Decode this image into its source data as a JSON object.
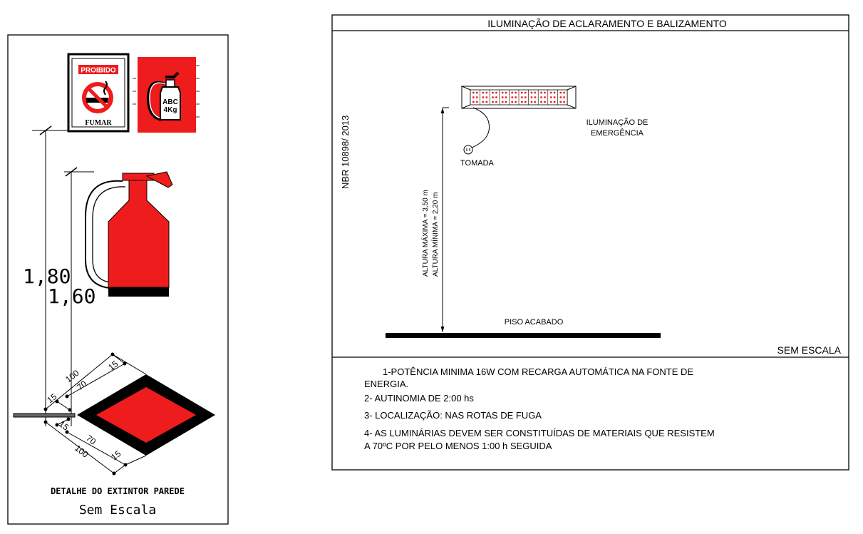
{
  "left_panel": {
    "sign_proibido": {
      "header": "PROIBIDO",
      "footer": "FUMAR",
      "icon": "no-smoking-icon"
    },
    "sign_extintor": {
      "line1": "ABC",
      "line2": "4Kg",
      "icon": "extinguisher-icon"
    },
    "dim_heights": {
      "h180": "1,80",
      "h160": "1,60"
    },
    "dim_base": {
      "top100": "100",
      "top70": "70",
      "top15": "15",
      "left15": "15",
      "bot15a": "15",
      "bot70": "70",
      "bot100": "100",
      "bot15b": "15"
    },
    "title": "DETALHE DO EXTINTOR PAREDE",
    "scale": "Sem Escala",
    "colors": {
      "red": "#ee1c1c",
      "black": "#000000"
    }
  },
  "right_panel": {
    "title": "ILUMINAÇÃO DE ACLARAMENTO E BALIZAMENTO",
    "norm": "NBR 10898/ 2013",
    "label_emergency_1": "ILUMINAÇÃO DE",
    "label_emergency_2": "EMERGÊNCIA",
    "label_outlet": "TOMADA",
    "label_height_max": "ALTURA MÁXIMA = 3,50 m",
    "label_height_min": "ALTURA MÍNIMA = 2,20 m",
    "label_floor": "PISO ACABADO",
    "scale": "SEM ESCALA",
    "notes": [
      "1-POTÊNCIA MINIMA 16W COM RECARGA AUTOMÁTICA NA FONTE DE",
      "ENERGIA.",
      "2- AUTINOMIA DE 2:00 hs",
      "3- LOCALIZAÇÃO: NAS ROTAS DE FUGA",
      "4- AS LUMINÁRIAS DEVEM SER CONSTITUÍDAS DE MATERIAIS QUE RESISTEM",
      "A 70ºC POR PELO MENOS 1:00 h SEGUIDA"
    ]
  }
}
